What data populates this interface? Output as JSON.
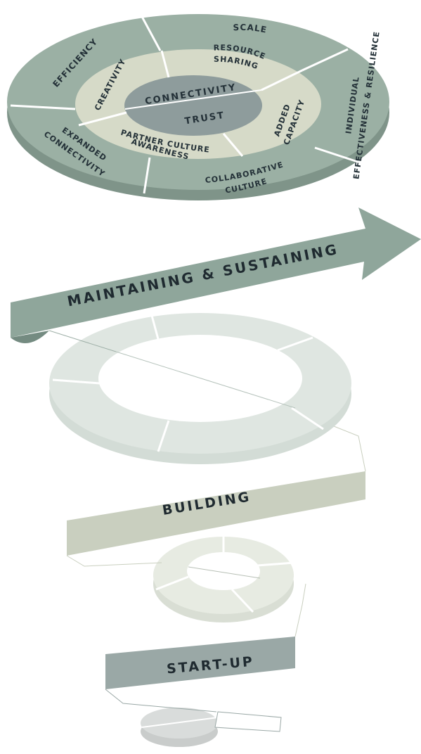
{
  "diagram": {
    "outer_ring": {
      "top": "SCALE",
      "left": "EFFICIENCY",
      "right_line1": "INDIVIDUAL",
      "right_line2": "EFFECTIVENESS & RESILIENCE",
      "bottom_left_line1": "EXPANDED",
      "bottom_left_line2": "CONNECTIVITY",
      "bottom_line1": "COLLABORATIVE",
      "bottom_line2": "CULTURE"
    },
    "inner_ring": {
      "top_line1": "RESOURCE",
      "top_line2": "SHARING",
      "left": "CREATIVITY",
      "right_line1": "ADDED",
      "right_line2": "CAPACITY",
      "bottom_line1": "PARTNER CULTURE",
      "bottom_line2": "AWARENESS"
    },
    "core": {
      "upper": "CONNECTIVITY",
      "lower": "TRUST"
    },
    "stages": [
      {
        "label": "MAINTAINING & SUSTAINING",
        "color": "#8fa69b"
      },
      {
        "label": "BUILDING",
        "color": "#c9cfbf"
      },
      {
        "label": "START-UP",
        "color": "#9aa8a6"
      }
    ],
    "colors": {
      "outer_ring": "#9bb0a4",
      "inner_ring": "#d6dac8",
      "core": "#8e9c9c",
      "faded_ring": "#dfe6e1",
      "small_ring": "#e7ebe2",
      "base_disc": "#d9dcdb"
    }
  }
}
